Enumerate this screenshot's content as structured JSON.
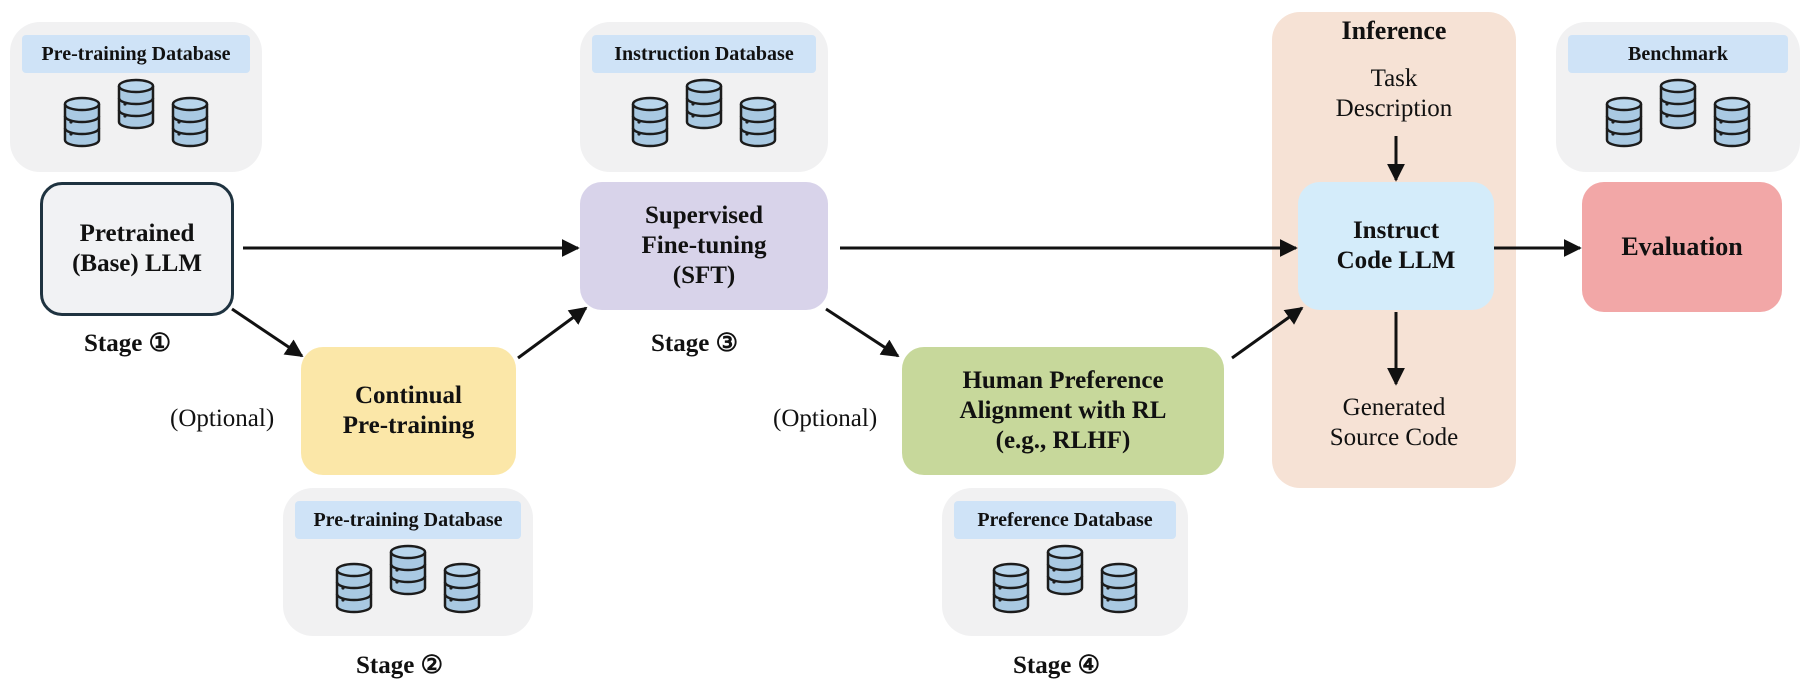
{
  "databases": {
    "pretrain_top": "Pre-training Database",
    "instruction": "Instruction Database",
    "benchmark": "Benchmark",
    "pretrain_bottom": "Pre-training Database",
    "preference": "Preference Database"
  },
  "boxes": {
    "base_llm": "Pretrained\n(Base) LLM",
    "continual": "Continual\nPre-training",
    "sft": "Supervised\nFine-tuning\n(SFT)",
    "rlhf": "Human Preference\nAlignment with RL\n(e.g., RLHF)",
    "instruct": "Instruct\nCode LLM",
    "evaluation": "Evaluation"
  },
  "inference": {
    "title": "Inference",
    "task": "Task\nDescription",
    "generated": "Generated\nSource Code"
  },
  "stages": {
    "s1": "Stage ①",
    "s2": "Stage ②",
    "s3": "Stage ③",
    "s4": "Stage ④"
  },
  "optional": {
    "left": "(Optional)",
    "right": "(Optional)"
  },
  "colors": {
    "base": "#f1f2f4",
    "continual": "#fbe7a8",
    "sft": "#d8d3ea",
    "rlhf": "#c7d89b",
    "instruct": "#d4ecfa",
    "evaluation": "#f2a7a7",
    "inference_panel": "#f6e2d5",
    "db_card": "#f1f1f2",
    "db_label": "#cfe3f7"
  }
}
